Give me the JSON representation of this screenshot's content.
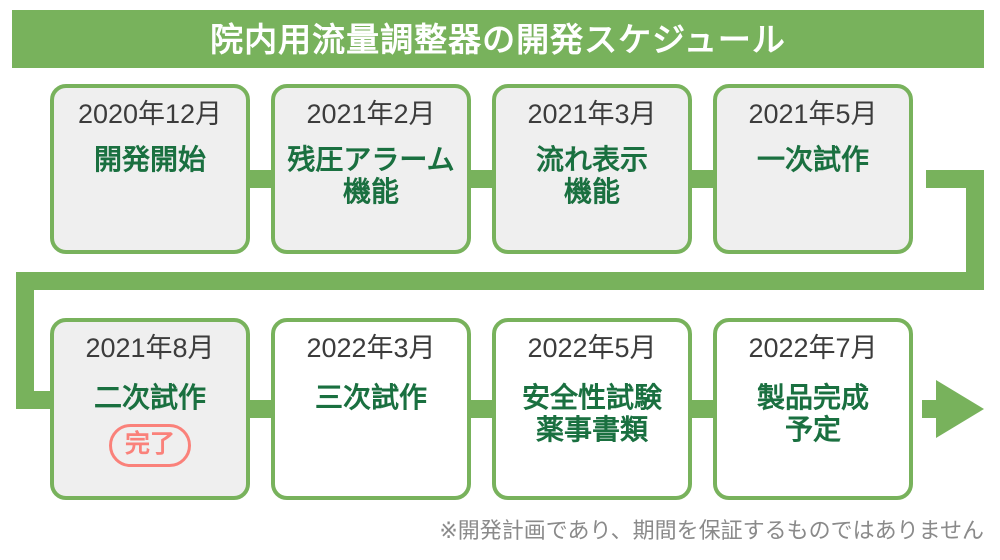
{
  "banner": {
    "title": "院内用流量調整器の開発スケジュール",
    "background_color": "#78b25c",
    "text_color": "#ffffff"
  },
  "theme": {
    "accent_green": "#78b25c",
    "label_green": "#1a7040",
    "box_fill_gray": "#efefef",
    "box_fill_white": "#ffffff",
    "date_text": "#3c3c3c",
    "badge_color": "#fa817a",
    "footnote_color": "#8a8a8a"
  },
  "steps": [
    {
      "date": "2020年12月",
      "label": "開発開始",
      "fill": "gray",
      "badge": null,
      "row": 1
    },
    {
      "date": "2021年2月",
      "label": "残圧アラーム\n機能",
      "fill": "gray",
      "badge": null,
      "row": 1
    },
    {
      "date": "2021年3月",
      "label": "流れ表示\n機能",
      "fill": "gray",
      "badge": null,
      "row": 1
    },
    {
      "date": "2021年5月",
      "label": "一次試作",
      "fill": "gray",
      "badge": null,
      "row": 1
    },
    {
      "date": "2021年8月",
      "label": "二次試作",
      "fill": "gray",
      "badge": "完了",
      "row": 2
    },
    {
      "date": "2022年3月",
      "label": "三次試作",
      "fill": "white",
      "badge": null,
      "row": 2
    },
    {
      "date": "2022年5月",
      "label": "安全性試験\n薬事書類",
      "fill": "white",
      "badge": null,
      "row": 2
    },
    {
      "date": "2022年7月",
      "label": "製品完成\n予定",
      "fill": "white",
      "badge": null,
      "row": 2
    }
  ],
  "footnote": {
    "text": "※開発計画であり、期間を保証するものではありません"
  }
}
